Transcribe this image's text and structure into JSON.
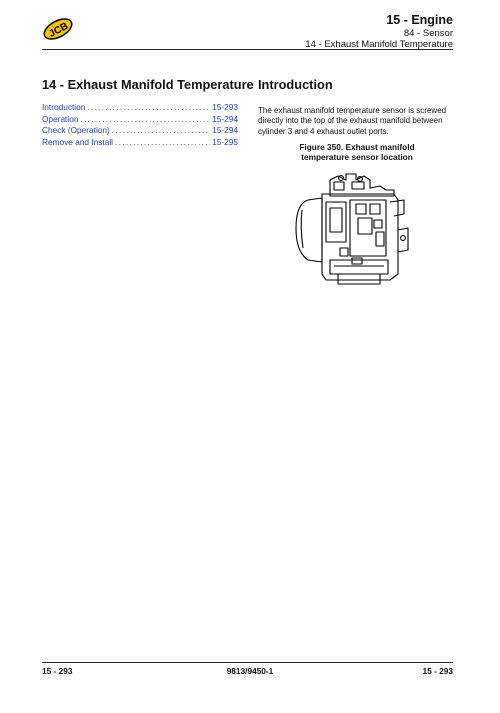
{
  "header": {
    "brand": "JCB",
    "chapter": "15 - Engine",
    "section": "84 - Sensor",
    "subsection": "14 - Exhaust Manifold Temperature"
  },
  "toc": {
    "title": "14 - Exhaust Manifold Temperature",
    "items": [
      {
        "label": "Introduction",
        "page": "15-293"
      },
      {
        "label": "Operation",
        "page": "15-294"
      },
      {
        "label": "Check (Operation)",
        "page": "15-294"
      },
      {
        "label": "Remove and Install",
        "page": "15-295"
      }
    ]
  },
  "intro": {
    "title": "Introduction",
    "text": "The exhaust manifold temperature sensor is screwed directly into the top of the exhaust manifold between cylinder 3 and 4 exhaust outlet ports.",
    "figure_caption_line1": "Figure 350. Exhaust manifold",
    "figure_caption_line2": "temperature sensor location"
  },
  "footer": {
    "page_left": "15 - 293",
    "doc_number": "9813/9450-1",
    "page_right": "15 - 293"
  }
}
